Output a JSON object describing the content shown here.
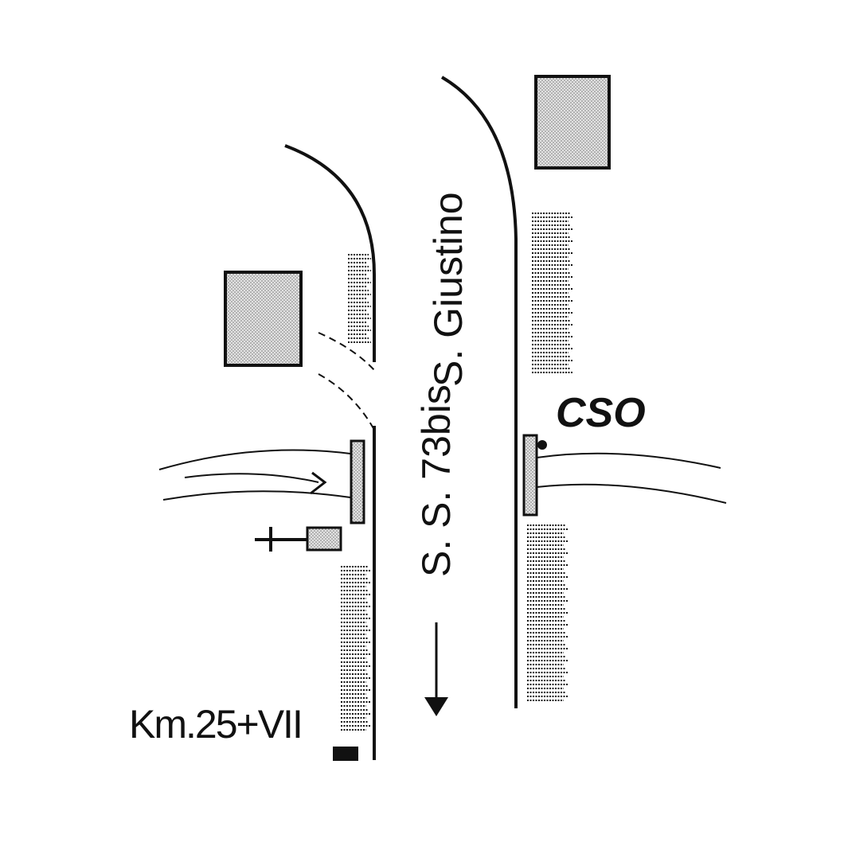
{
  "map": {
    "road_label": "S. S. 73bis",
    "place_label": "S. Giustino",
    "site_label": "CSO",
    "km_marker_label": "Km.25+VII",
    "direction": "south",
    "colors": {
      "ink": "#111111",
      "fill_dotted": "#c9c9c9",
      "background": "#ffffff"
    },
    "icons": [
      "direction-arrow-icon",
      "cross-icon",
      "site-dot-icon",
      "km-marker-icon"
    ]
  }
}
